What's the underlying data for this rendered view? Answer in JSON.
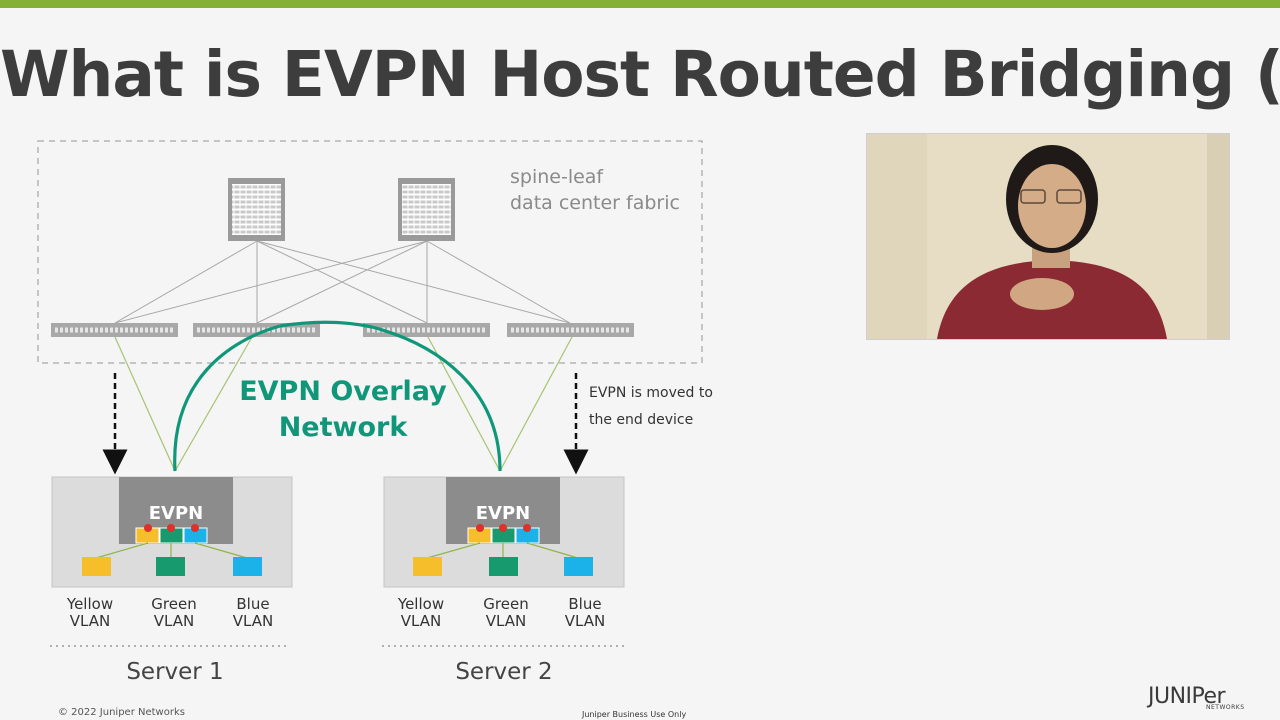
{
  "slide": {
    "title": "What is EVPN Host Routed Bridging (HRB)?",
    "fabric_label_line1": "spine-leaf",
    "fabric_label_line2": "data center fabric",
    "overlay_label_line1": "EVPN Overlay",
    "overlay_label_line2": "Network",
    "note_line1": "EVPN is moved to",
    "note_line2": "the end device",
    "footer_copyright": "© 2022 Juniper Networks",
    "footer_classification": "Juniper Business Use Only",
    "logo_text": "JUNIPer",
    "logo_subtext": "NETWORKS"
  },
  "servers": [
    {
      "name": "Server 1",
      "evpn_label": "EVPN",
      "vlans": [
        {
          "line1": "Yellow",
          "line2": "VLAN"
        },
        {
          "line1": "Green",
          "line2": "VLAN"
        },
        {
          "line1": "Blue",
          "line2": "VLAN"
        }
      ]
    },
    {
      "name": "Server 2",
      "evpn_label": "EVPN",
      "vlans": [
        {
          "line1": "Yellow",
          "line2": "VLAN"
        },
        {
          "line1": "Green",
          "line2": "VLAN"
        },
        {
          "line1": "Blue",
          "line2": "VLAN"
        }
      ]
    }
  ],
  "colors": {
    "accent_green_bar": "#84b135",
    "overlay_teal": "#10977a",
    "vlan_yellow": "#f6be2b",
    "vlan_green": "#169a6e",
    "vlan_blue": "#1ab2e8",
    "port_red": "#e0302a",
    "title_gray": "#3d3d3d"
  },
  "webcam": {
    "icon": "presenter-video-feed"
  }
}
